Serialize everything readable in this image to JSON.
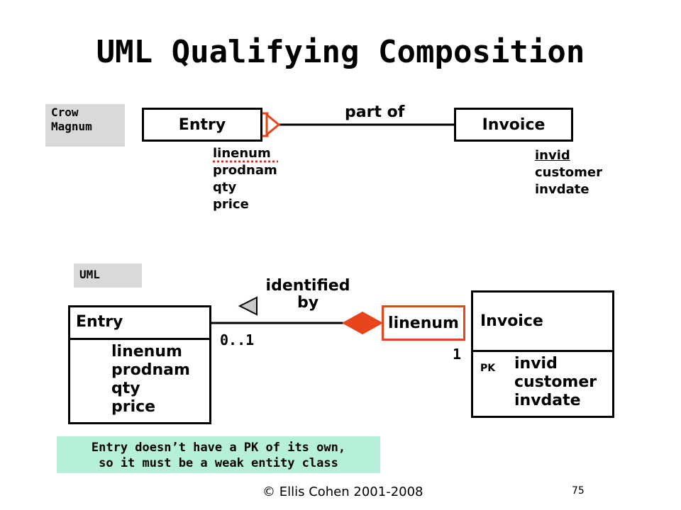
{
  "title": "UML Qualifying Composition",
  "crow": {
    "tag_line1": "Crow",
    "tag_line2": "Magnum",
    "entry_label": "Entry",
    "invoice_label": "Invoice",
    "relationship_label": "part of",
    "entry_attributes": [
      "linenum",
      "prodnam",
      "qty",
      "price"
    ],
    "invoice_attributes": [
      "invid",
      "customer",
      "invdate"
    ]
  },
  "uml": {
    "tag": "UML",
    "entry_label": "Entry",
    "entry_attributes": [
      "linenum",
      "prodnam",
      "qty",
      "price"
    ],
    "qualifier_label": "linenum",
    "invoice_label": "Invoice",
    "pk_label": "PK",
    "invoice_attributes": [
      "invid",
      "customer",
      "invdate"
    ],
    "relationship_line1": "identified",
    "relationship_line2": "by",
    "multiplicity_entry": "0..1",
    "multiplicity_invoice": "1"
  },
  "note": {
    "line1": "Entry doesn’t have a PK of its own,",
    "line2": "so it must be a weak entity class"
  },
  "footer": "© Ellis Cohen 2001-2008",
  "page_number": "75",
  "colors": {
    "accent": "#e8441b",
    "underline_dotted": "#c0392b",
    "tag_bg": "#d9d9d9",
    "note_bg": "#b7f0d8"
  }
}
